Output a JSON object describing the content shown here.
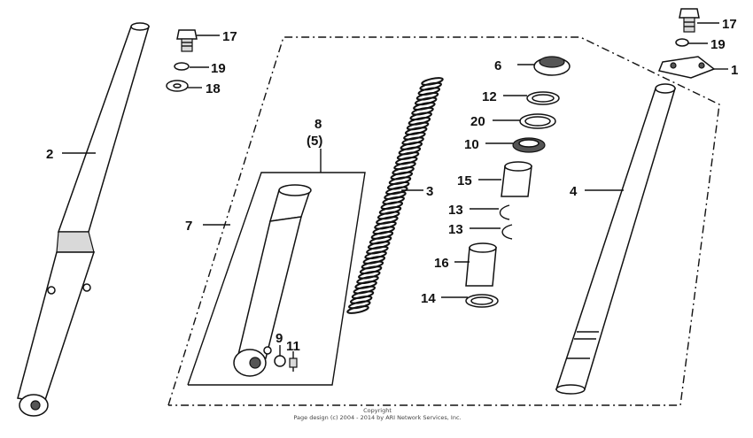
{
  "labels": {
    "n1": "1",
    "n2": "2",
    "n3": "3",
    "n4": "4",
    "n5": "(5)",
    "n6": "6",
    "n7": "7",
    "n8": "8",
    "n9": "9",
    "n10": "10",
    "n11": "11",
    "n12": "12",
    "n13a": "13",
    "n13b": "13",
    "n14": "14",
    "n15": "15",
    "n16": "16",
    "n17a": "17",
    "n17b": "17",
    "n18": "18",
    "n19a": "19",
    "n19b": "19",
    "n20": "20"
  },
  "copyright": {
    "line1": "Copyright",
    "line2": "Page design (c) 2004 - 2014 by ARI Network Services, Inc."
  }
}
